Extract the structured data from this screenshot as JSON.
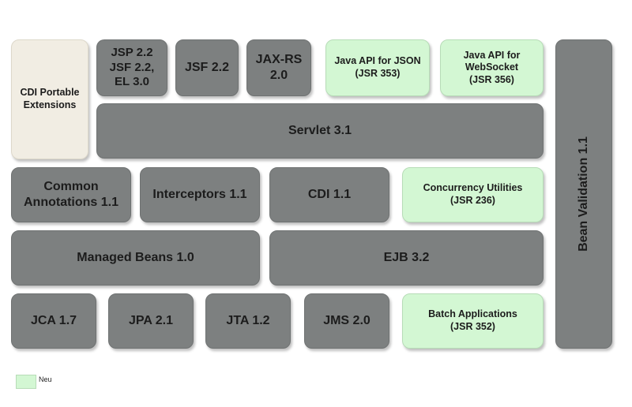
{
  "colors": {
    "existing": "#7d8080",
    "new": "#d3f7d3",
    "extension": "#f1ede3"
  },
  "blocks": {
    "cdi_extensions": "CDI Portable\nExtensions",
    "jsp_jsf_el": "JSP 2.2\nJSF 2.2,\nEL 3.0",
    "jsf": "JSF 2.2",
    "jaxrs": "JAX-RS\n2.0",
    "json": "Java API for JSON\n(JSR 353)",
    "websocket": "Java API for\nWebSocket\n(JSR 356)",
    "bean_validation": "Bean Validation 1.1",
    "servlet": "Servlet 3.1",
    "common_annotations": "Common\nAnnotations 1.1",
    "interceptors": "Interceptors 1.1",
    "cdi": "CDI 1.1",
    "concurrency": "Concurrency Utilities\n(JSR 236)",
    "managed_beans": "Managed Beans 1.0",
    "ejb": "EJB 3.2",
    "jca": "JCA 1.7",
    "jpa": "JPA 2.1",
    "jta": "JTA 1.2",
    "jms": "JMS 2.0",
    "batch": "Batch Applications\n(JSR 352)"
  },
  "legend": {
    "new_label": "Neu"
  }
}
